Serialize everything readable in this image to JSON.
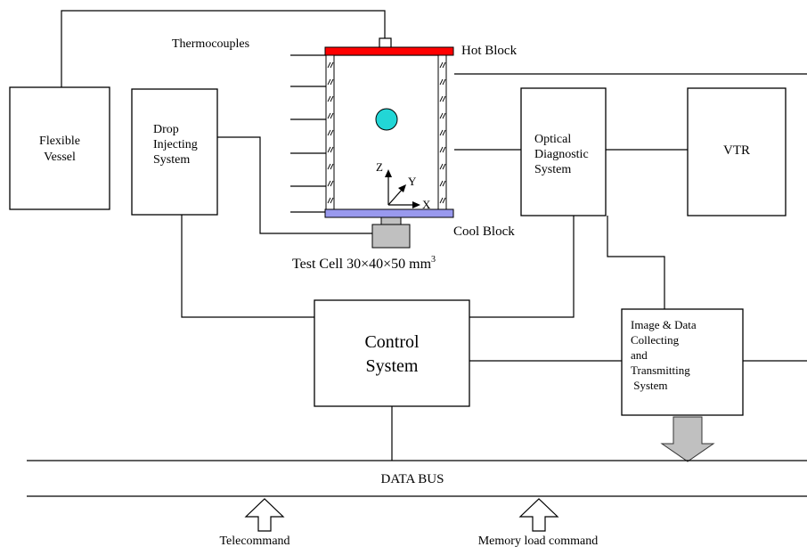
{
  "labels": {
    "thermocouples": "Thermocouples",
    "hot_block": "Hot Block",
    "cool_block": "Cool Block",
    "test_cell": "Test Cell  30×40×50 mm",
    "test_cell_sup": "3",
    "axis_z": "Z",
    "axis_y": "Y",
    "axis_x": "X",
    "data_bus": "DATA BUS",
    "telecommand": "Telecommand",
    "memory_load": "Memory load command"
  },
  "boxes": {
    "flexible_vessel": [
      "Flexible",
      "Vessel"
    ],
    "drop_injecting": [
      "Drop",
      "Injecting",
      "System"
    ],
    "optical": [
      "Optical",
      "Diagnostic",
      "System"
    ],
    "vtr": [
      "VTR"
    ],
    "control": [
      "Control",
      "System"
    ],
    "image_data": [
      "Image & Data",
      "Collecting",
      "and",
      "Transmitting",
      " System"
    ]
  },
  "colors": {
    "hot_block": "#ff0000",
    "cool_block": "#9999ee",
    "drop": "#22d6d6",
    "pedestal": "#c0c0c0",
    "arrow_fill": "#c0c0c0"
  }
}
